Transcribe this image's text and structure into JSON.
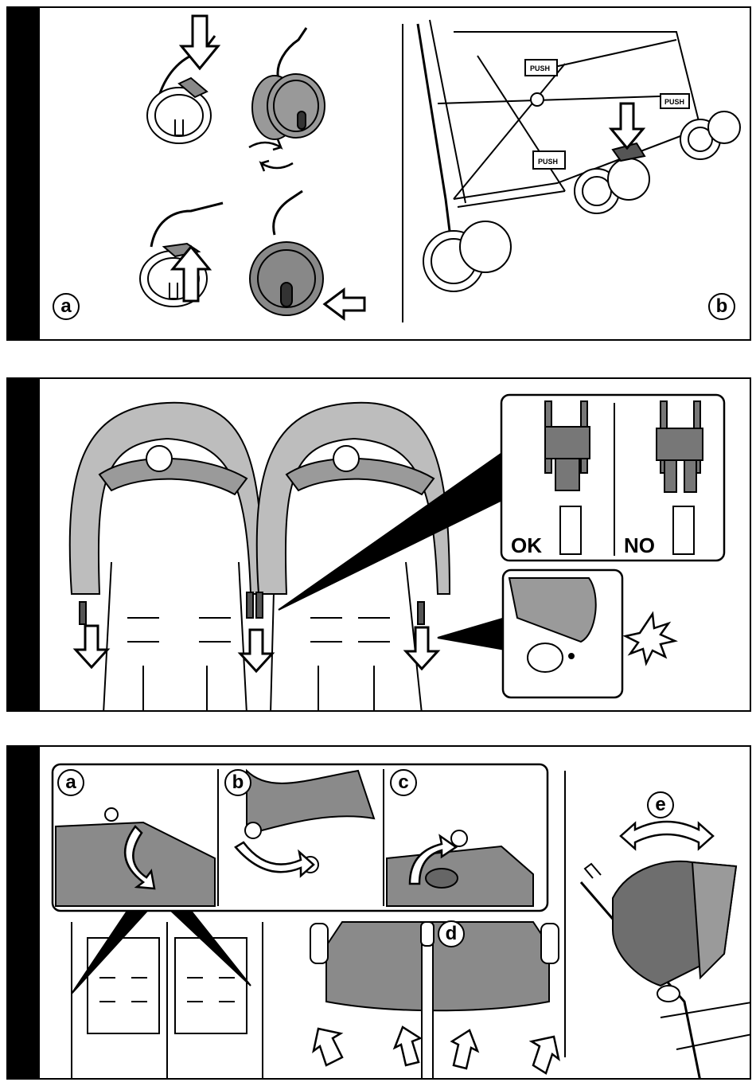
{
  "panel1": {
    "labels": {
      "a": "a",
      "b": "b"
    },
    "push_labels": [
      "PUSH",
      "PUSH",
      "PUSH"
    ]
  },
  "panel2": {
    "ok_label": "OK",
    "no_label": "NO"
  },
  "panel3": {
    "labels": {
      "a": "a",
      "b": "b",
      "c": "c",
      "d": "d",
      "e": "e"
    }
  },
  "colors": {
    "ink": "#000000",
    "fabric": "#a8a8a8",
    "fabric_dark": "#7a7a7a",
    "bar": "#000000"
  },
  "icons": [
    "down-arrow-icon",
    "up-arrow-icon",
    "left-arrow-icon",
    "rotate-arrow-icon",
    "curved-arrow-icon",
    "double-arrow-icon",
    "starburst-icon"
  ]
}
